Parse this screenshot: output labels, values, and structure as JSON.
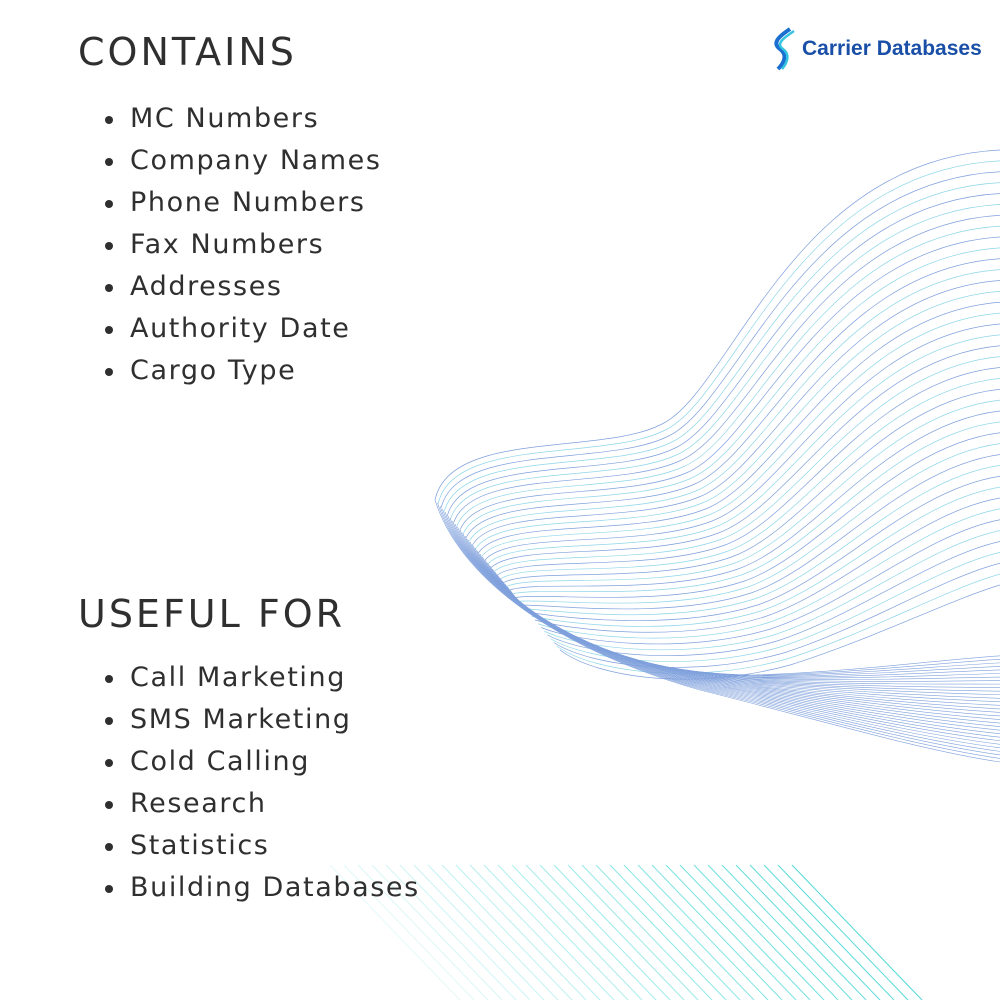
{
  "brand": {
    "name": "Carrier Databases",
    "color": "#1a4fa8",
    "icon": "s-ribbon-logo-icon"
  },
  "contains": {
    "title": "CONTAINS",
    "items": [
      "MC Numbers",
      "Company Names",
      "Phone Numbers",
      "Fax Numbers",
      "Addresses",
      "Authority Date",
      "Cargo Type"
    ]
  },
  "useful_for": {
    "title": "USEFUL FOR",
    "items": [
      "Call Marketing",
      "SMS Marketing",
      "Cold Calling",
      "Research",
      "Statistics",
      "Building Databases"
    ]
  },
  "colors": {
    "mesh_start": "#7fa0dc",
    "mesh_end": "#8fd6e8",
    "lines": "#4fd8d8"
  }
}
